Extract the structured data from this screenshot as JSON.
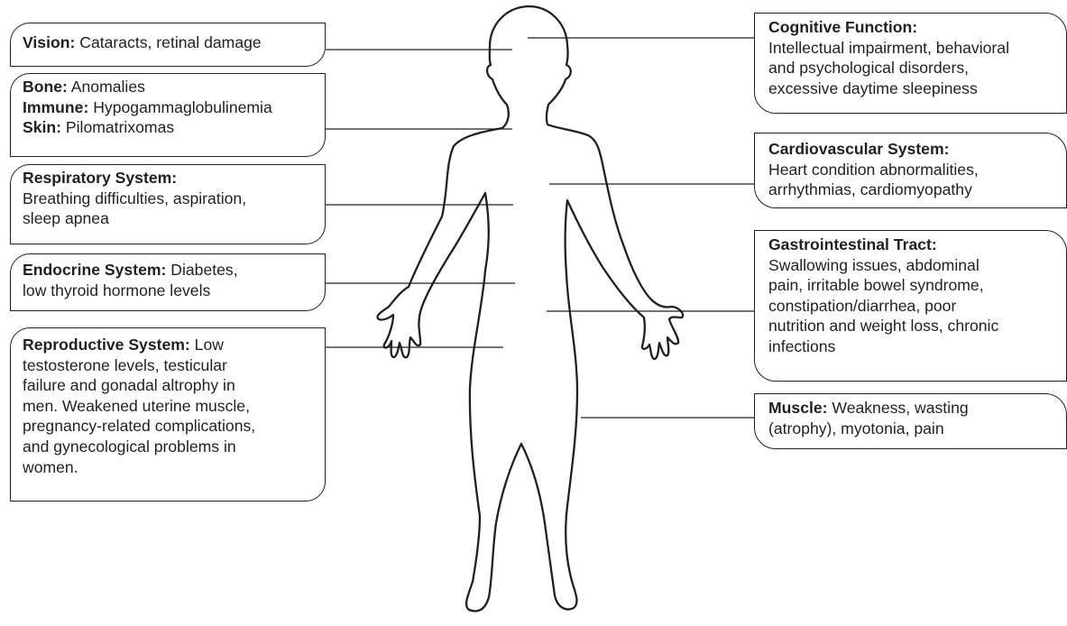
{
  "callouts": {
    "vision": {
      "title": "Vision:",
      "text": " Cataracts, retinal damage"
    },
    "bone_immune_skin": [
      {
        "title": "Bone:",
        "text": " Anomalies"
      },
      {
        "title": "Immune:",
        "text": " Hypogammaglobulinemia"
      },
      {
        "title": "Skin:",
        "text": " Pilomatrixomas"
      }
    ],
    "respiratory": {
      "title": "Respiratory System:",
      "lines": [
        "Breathing difficulties, aspiration,",
        "sleep apnea"
      ]
    },
    "endocrine": {
      "title": "Endocrine System:",
      "line1_rest": " Diabetes,",
      "line2": "low thyroid hormone levels"
    },
    "reproductive": {
      "title": "Reproductive System:",
      "line1_rest": " Low",
      "lines": [
        "testosterone levels, testicular",
        "failure and gonadal altrophy in",
        "men. Weakened uterine muscle,",
        "pregnancy-related complications,",
        "and gynecological problems in",
        "women."
      ]
    },
    "cognitive": {
      "title": "Cognitive Function:",
      "lines": [
        "Intellectual impairment, behavioral",
        "and psychological disorders,",
        "excessive daytime sleepiness"
      ]
    },
    "cardiovascular": {
      "title": "Cardiovascular System:",
      "lines": [
        "Heart condition abnormalities,",
        "arrhythmias, cardiomyopathy"
      ]
    },
    "gastrointestinal": {
      "title": "Gastrointestinal Tract:",
      "lines": [
        "Swallowing issues, abdominal",
        "pain, irritable bowel syndrome,",
        "constipation/diarrhea, poor",
        "nutrition and weight loss, chronic",
        "infections"
      ]
    },
    "muscle": {
      "title": "Muscle:",
      "line1_rest": " Weakness, wasting",
      "line2": "(atrophy), myotonia, pain"
    }
  }
}
